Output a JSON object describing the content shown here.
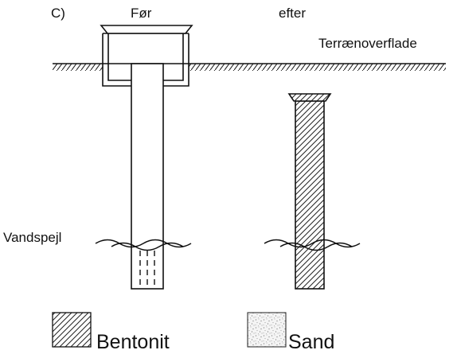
{
  "panel_label": "C)",
  "before_label": "Før",
  "after_label": "efter",
  "ground_label": "Terrænoverflade",
  "water_label": "Vandspejl",
  "legend": {
    "bentonite_label": "Bentonit",
    "sand_label": "Sand"
  },
  "colors": {
    "line": "#111111",
    "background": "#ffffff"
  }
}
